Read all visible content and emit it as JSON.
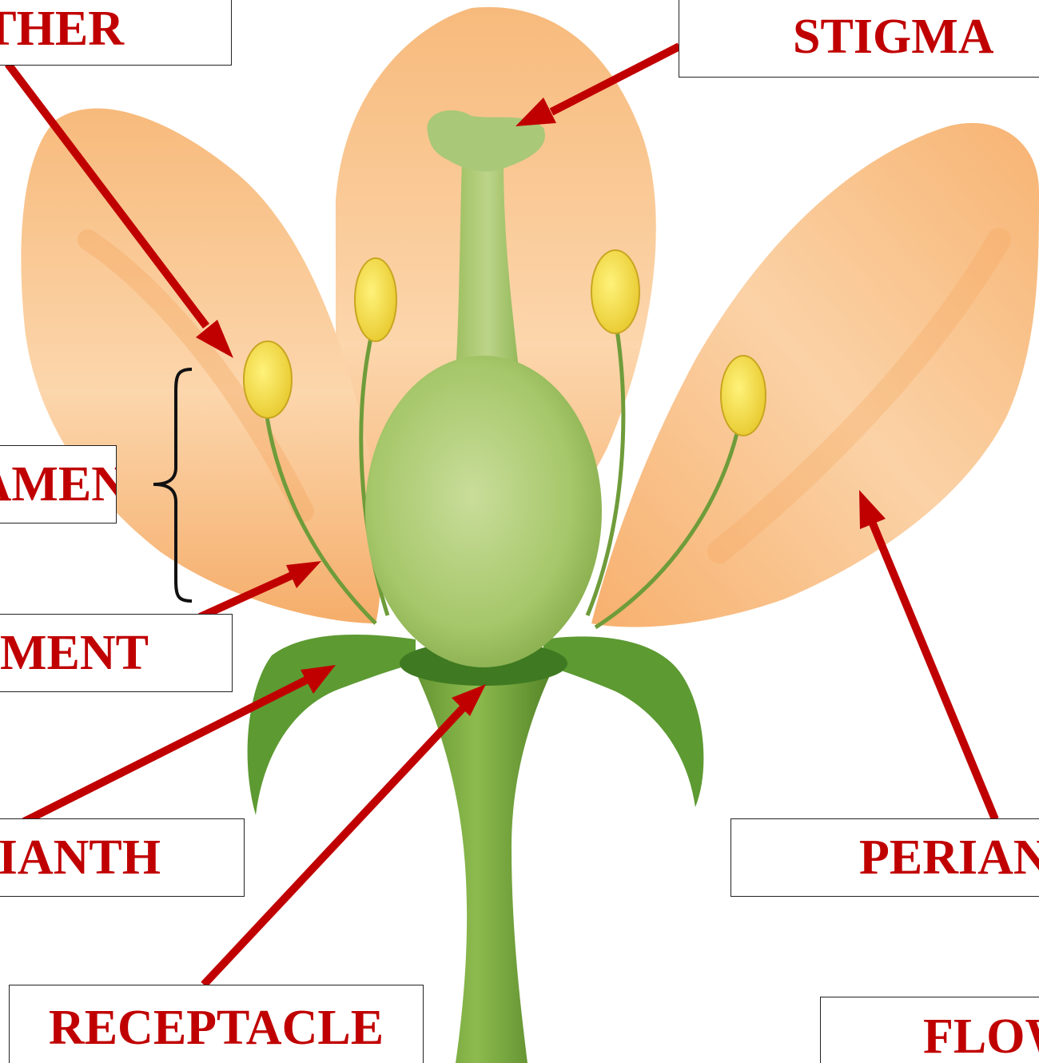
{
  "diagram": {
    "accent_color": "#c00000",
    "labels": {
      "anther": "ANTHER",
      "stigma": "STIGMA",
      "stamen": "STAMEN",
      "filament": "FILAMENT",
      "perianth_left": "PERIANTH",
      "perianth_right": "PERIANTH",
      "receptacle": "RECEPTACLE",
      "flower": "FLOWER"
    },
    "parts": [
      "petal",
      "sepal",
      "stigma",
      "style",
      "ovary",
      "stamen",
      "anther",
      "filament",
      "receptacle",
      "stalk"
    ]
  }
}
